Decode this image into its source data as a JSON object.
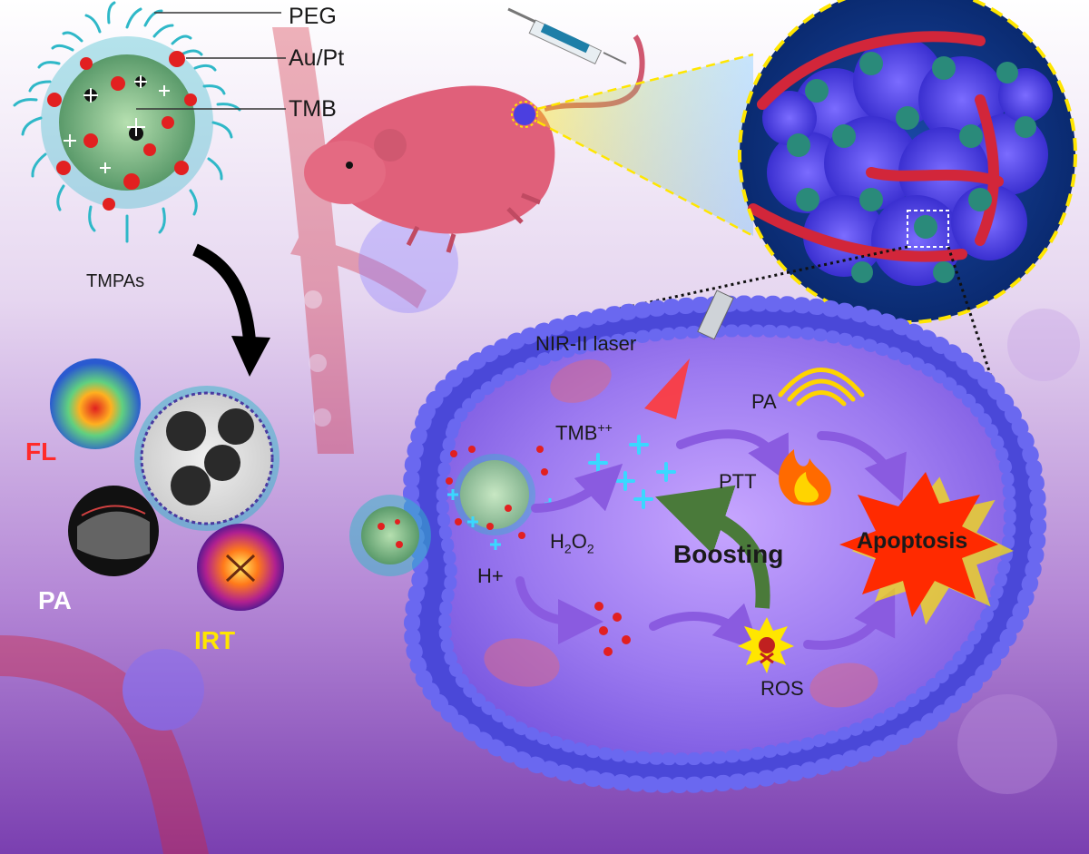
{
  "labels": {
    "peg": "PEG",
    "aupt": "Au/Pt",
    "tmb": "TMB",
    "tmpas": "TMPAs",
    "fl": "FL",
    "pa_imaging": "PA",
    "irt": "IRT",
    "nir_laser": "NIR-II laser",
    "tmb_radical_base": "TMB",
    "tmb_radical_sup": "++",
    "pa_signal": "PA",
    "ptt": "PTT",
    "h2o2_base": "H",
    "h2o2_sub1": "2",
    "h2o2_mid": "O",
    "h2o2_sub2": "2",
    "boosting": "Boosting",
    "apoptosis": "Apoptosis",
    "hplus": "H+",
    "ros": "ROS"
  },
  "colors": {
    "background_top": "#f4eef8",
    "background_bottom": "#7a3fb0",
    "membrane": "#5a57e8",
    "nanoparticle_core": "#6fb89a",
    "peg_chains": "#2fb8c8",
    "au_pt_dots": "#e22020",
    "mouse": "#e0607a",
    "tumor": "#4b3fe0",
    "vessels": "#d2263a",
    "fl_label": "#ff2a2a",
    "irt_label": "#ffe600",
    "apoptosis_burst": "#ff2a00",
    "apoptosis_glow": "#ffe600",
    "arrow_purple": "#8a5be0",
    "arrow_green": "#4a7a3a"
  }
}
